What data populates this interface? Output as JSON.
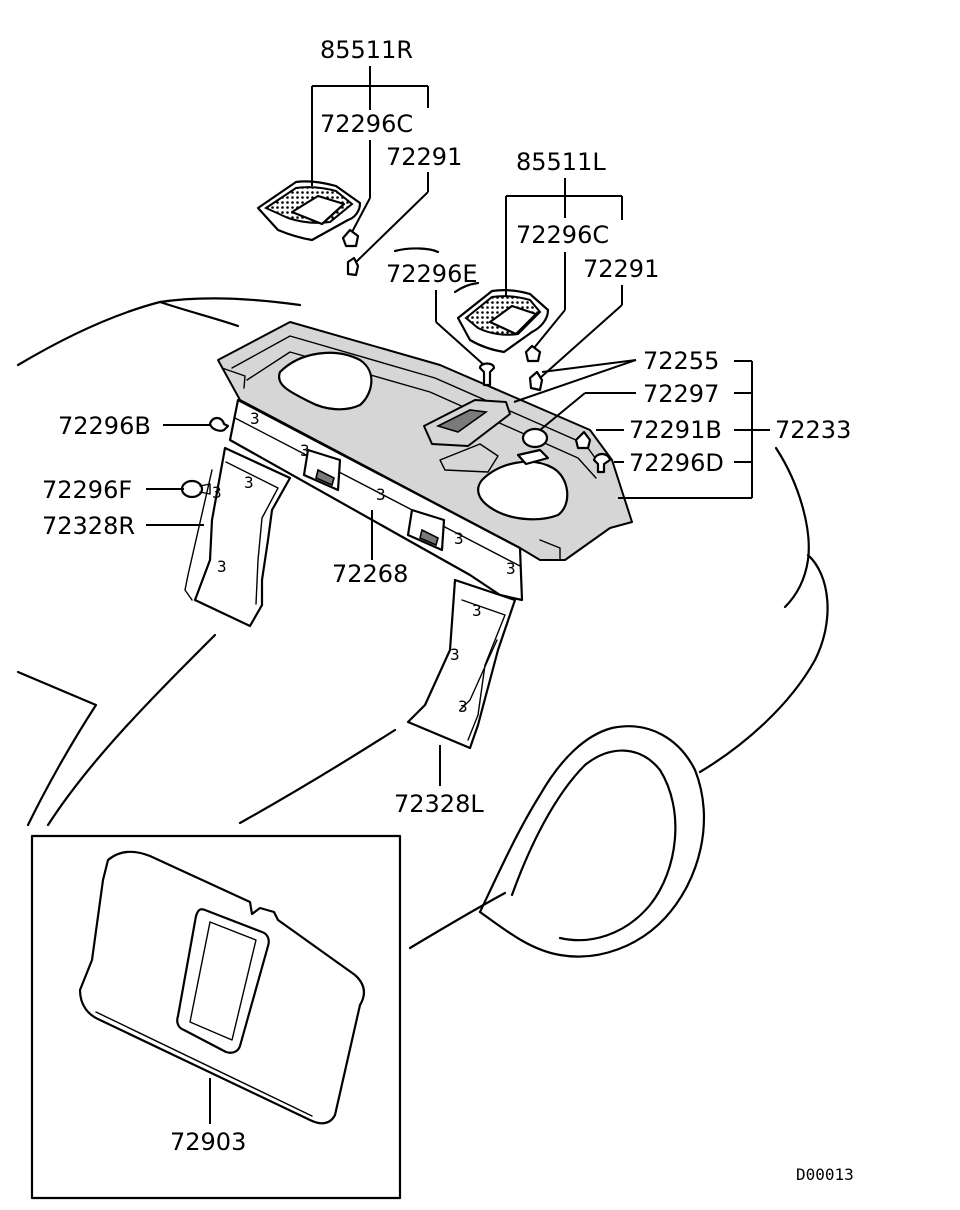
{
  "part_labels": {
    "p85511R": "85511R",
    "p72296C_right": "72296C",
    "p72291_right": "72291",
    "p85511L": "85511L",
    "p72296C_left": "72296C",
    "p72291_left": "72291",
    "p72296E": "72296E",
    "p72255": "72255",
    "p72297": "72297",
    "p72291B": "72291B",
    "p72233": "72233",
    "p72296D": "72296D",
    "p72296B": "72296B",
    "p72296F": "72296F",
    "p72328R": "72328R",
    "p72268": "72268",
    "p72328L": "72328L",
    "p72903": "72903"
  },
  "diagram_code": "D00013"
}
